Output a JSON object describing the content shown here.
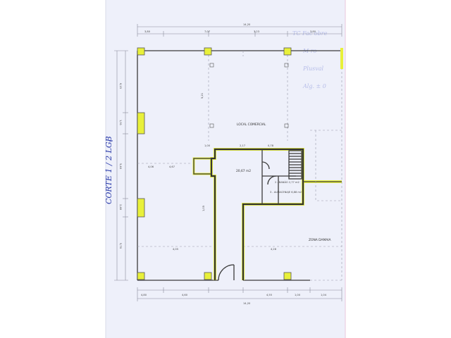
{
  "sheet": {
    "section_label": "CORTE 1 / 2 LGB"
  },
  "rooms": {
    "local_comercial": "LOCAL COMERCIAL",
    "zona_damaia": "ZONA DAMAIA",
    "hall_area": "20,67 m2",
    "room_a": "2 - BANÁO\n2,77 m2",
    "room_b": "3 - ALMACENAJE\n6,88 m2"
  },
  "top_dimensions": [
    "14,20",
    "3,80",
    "7,07",
    "3,23",
    "3,80"
  ],
  "bottom_dimensions": [
    "14,20",
    "4,80",
    "4,60",
    "4,55",
    "3,90",
    "1,00",
    "1,04"
  ],
  "left_dimensions": [
    "6,15",
    "5,40",
    "1,91",
    "2,48",
    "3,00",
    "5,70"
  ],
  "inner_dimensions": [
    "1,00",
    "2,17",
    "4,67",
    "4,06",
    "4,05",
    "5,21",
    "0,78",
    "1,05",
    "4,28"
  ],
  "faint_notes": [
    "TC  Fac  obre",
    "M ro",
    "Plusval",
    "Alg. ± 0"
  ],
  "colors": {
    "highlight": "#e8f03a",
    "section_ink": "#2a3aa8",
    "walls": "#333333"
  }
}
